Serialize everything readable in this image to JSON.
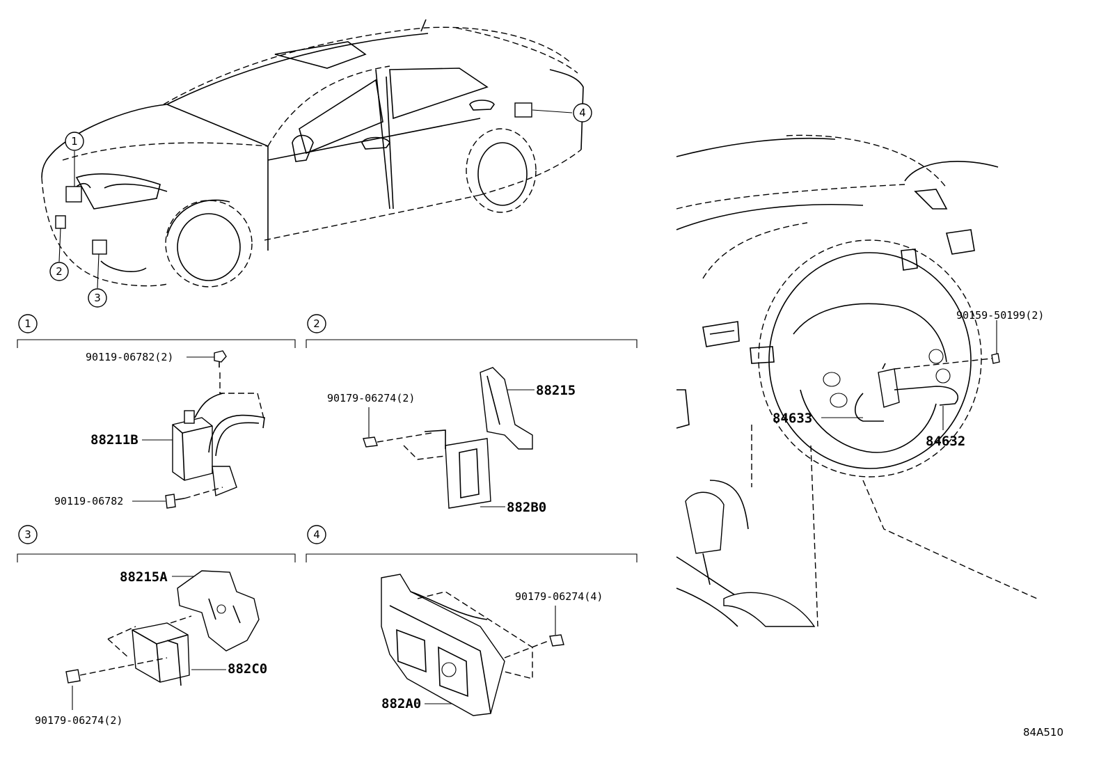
{
  "diagram": {
    "callouts": [
      "1",
      "2",
      "3",
      "4"
    ],
    "sections": [
      {
        "number": "1",
        "parts": [
          "90119-06782(2)",
          "88211B",
          "90119-06782"
        ]
      },
      {
        "number": "2",
        "parts": [
          "90179-06274(2)",
          "88215",
          "882B0"
        ]
      },
      {
        "number": "3",
        "parts": [
          "88215A",
          "882C0",
          "90179-06274(2)"
        ]
      },
      {
        "number": "4",
        "parts": [
          "90179-06274(4)",
          "882A0"
        ]
      }
    ],
    "cockpit_parts": [
      "90159-50199(2)",
      "84633",
      "84632"
    ],
    "figure_code": "84A510"
  }
}
